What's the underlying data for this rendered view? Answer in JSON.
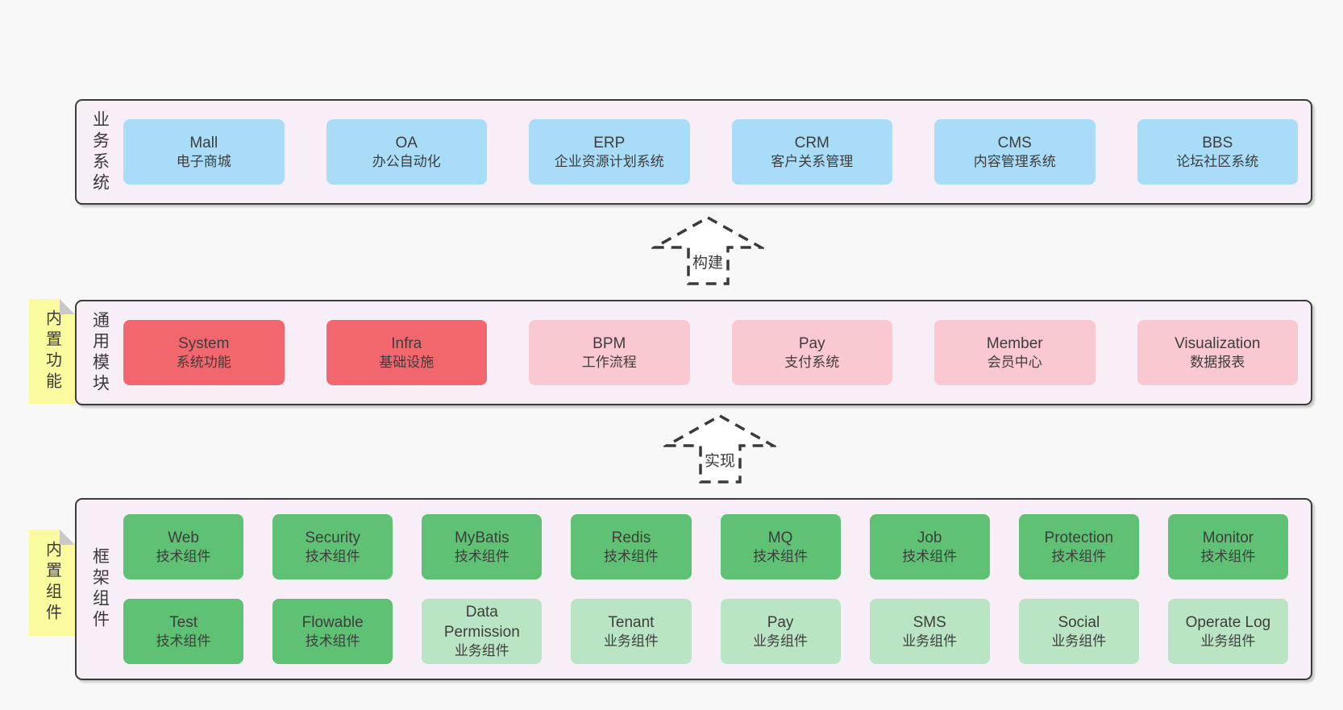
{
  "colors": {
    "blue": "#a9dcf6",
    "red": "#f2676d",
    "pink": "#f9c8d0",
    "green": "#5fc173",
    "lightgreen": "#b9e5c4",
    "container_bg": "#f8eef7",
    "sticky_bg": "#fafa9e",
    "text": "#3d3d3d"
  },
  "layers": {
    "business": {
      "label": "业务系统",
      "boxes": [
        {
          "name": "Mall",
          "desc": "电子商城",
          "color": "blue"
        },
        {
          "name": "OA",
          "desc": "办公自动化",
          "color": "blue"
        },
        {
          "name": "ERP",
          "desc": "企业资源计划系统",
          "color": "blue"
        },
        {
          "name": "CRM",
          "desc": "客户关系管理",
          "color": "blue"
        },
        {
          "name": "CMS",
          "desc": "内容管理系统",
          "color": "blue"
        },
        {
          "name": "BBS",
          "desc": "论坛社区系统",
          "color": "blue"
        }
      ]
    },
    "modules": {
      "label": "通用模块",
      "sticky": "内置功能",
      "boxes": [
        {
          "name": "System",
          "desc": "系统功能",
          "color": "red"
        },
        {
          "name": "Infra",
          "desc": "基础设施",
          "color": "red"
        },
        {
          "name": "BPM",
          "desc": "工作流程",
          "color": "pink"
        },
        {
          "name": "Pay",
          "desc": "支付系统",
          "color": "pink"
        },
        {
          "name": "Member",
          "desc": "会员中心",
          "color": "pink"
        },
        {
          "name": "Visualization",
          "desc": "数据报表",
          "color": "pink"
        }
      ]
    },
    "components": {
      "label": "框架组件",
      "sticky": "内置组件",
      "row1": [
        {
          "name": "Web",
          "desc": "技术组件",
          "color": "green"
        },
        {
          "name": "Security",
          "desc": "技术组件",
          "color": "green"
        },
        {
          "name": "MyBatis",
          "desc": "技术组件",
          "color": "green"
        },
        {
          "name": "Redis",
          "desc": "技术组件",
          "color": "green"
        },
        {
          "name": "MQ",
          "desc": "技术组件",
          "color": "green"
        },
        {
          "name": "Job",
          "desc": "技术组件",
          "color": "green"
        },
        {
          "name": "Protection",
          "desc": "技术组件",
          "color": "green"
        },
        {
          "name": "Monitor",
          "desc": "技术组件",
          "color": "green"
        }
      ],
      "row2": [
        {
          "name": "Test",
          "desc": "技术组件",
          "color": "green"
        },
        {
          "name": "Flowable",
          "desc": "技术组件",
          "color": "green"
        },
        {
          "name": "Data Permission",
          "desc": "业务组件",
          "color": "lightgreen"
        },
        {
          "name": "Tenant",
          "desc": "业务组件",
          "color": "lightgreen"
        },
        {
          "name": "Pay",
          "desc": "业务组件",
          "color": "lightgreen"
        },
        {
          "name": "SMS",
          "desc": "业务组件",
          "color": "lightgreen"
        },
        {
          "name": "Social",
          "desc": "业务组件",
          "color": "lightgreen"
        },
        {
          "name": "Operate Log",
          "desc": "业务组件",
          "color": "lightgreen"
        }
      ]
    }
  },
  "arrows": [
    {
      "label": "构建"
    },
    {
      "label": "实现"
    }
  ]
}
